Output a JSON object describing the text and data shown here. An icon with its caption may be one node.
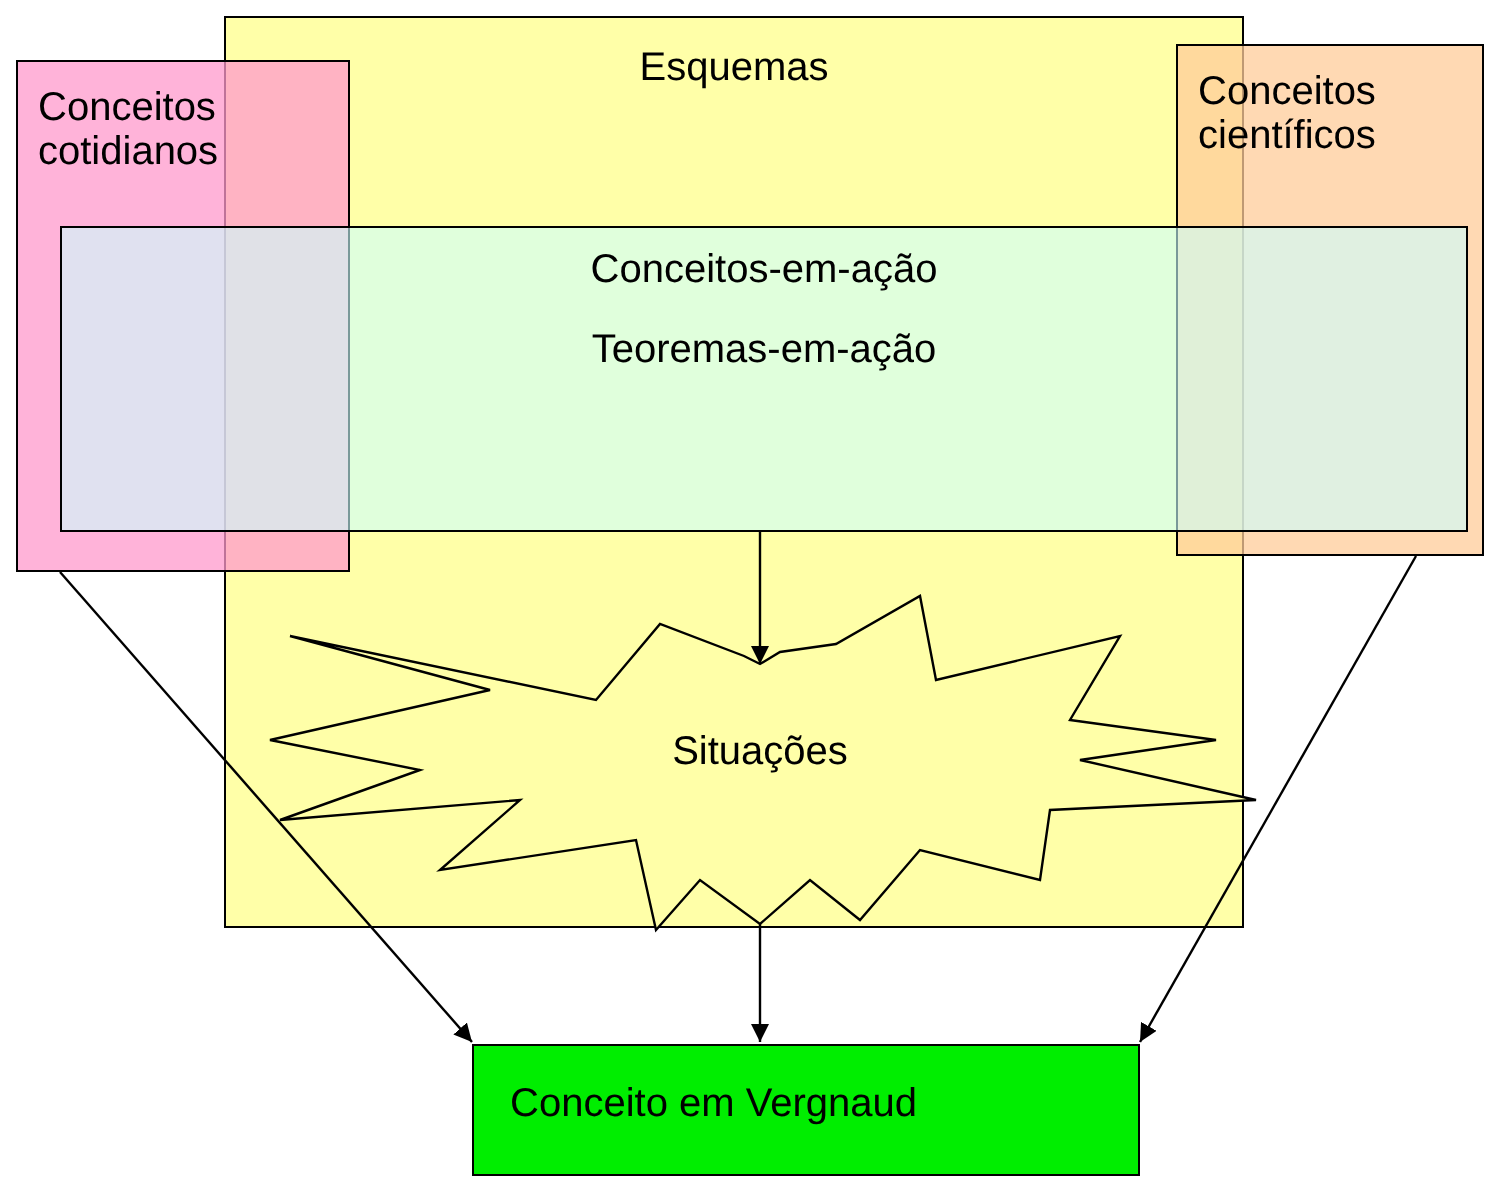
{
  "diagram": {
    "nodes": [
      {
        "text": [
          "Esquemas"
        ]
      },
      {
        "text": [
          "Conceitos cotidianos"
        ]
      },
      {
        "text": [
          "Conceitos científicos"
        ]
      },
      {
        "text": [
          "Conceitos-em-ação",
          "Teoremas-em-ação"
        ]
      },
      {
        "text": [
          "Situações"
        ],
        "in": 0
      },
      {
        "text": [
          "Conceito em Vergnaud"
        ]
      }
    ],
    "edges": [
      {
        "from": 1,
        "to": 5,
        "arrow": "to"
      },
      {
        "from": 3,
        "to": 4,
        "arrow": "to"
      },
      {
        "from": 4,
        "to": 5,
        "arrow": "to"
      },
      {
        "from": 2,
        "to": 5,
        "arrow": "to"
      }
    ]
  }
}
